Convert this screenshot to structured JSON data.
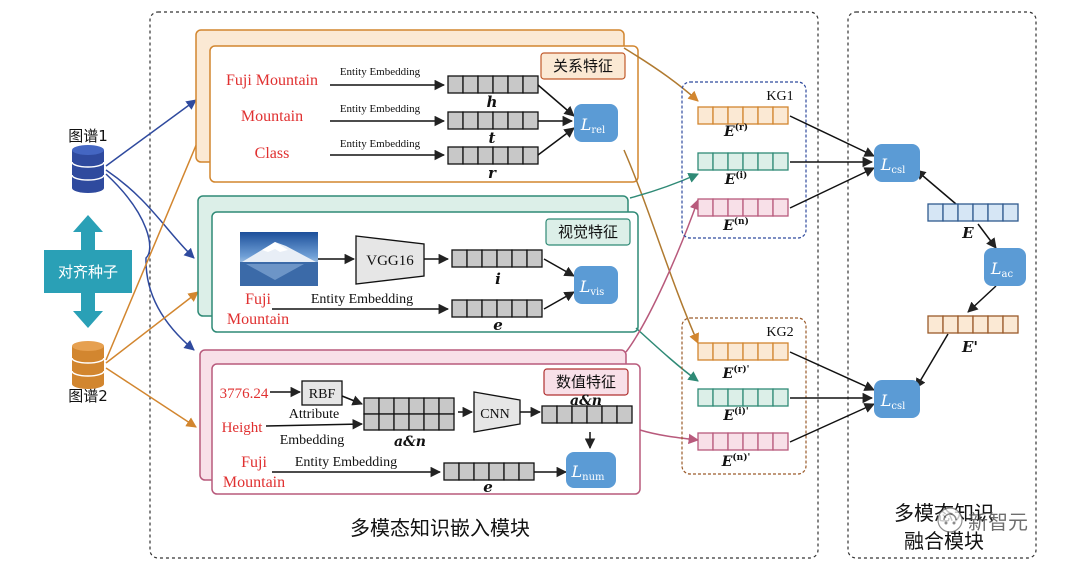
{
  "colors": {
    "orange": "#d2862f",
    "orange_fill": "#fbe9d4",
    "green": "#2f8a76",
    "green_fill": "#dcefe8",
    "pink": "#b85a7c",
    "pink_fill": "#f8e0e8",
    "blue": "#2f4a9e",
    "node_blue": "#5b9bd5",
    "gray_cell": "#c8c8c8",
    "red_text": "#e03030"
  },
  "graph1": {
    "label": "图谱1"
  },
  "graph2": {
    "label": "图谱2"
  },
  "seed": {
    "label": "对齐种子"
  },
  "relation": {
    "title": "关系特征",
    "entities": [
      "Fuji Mountain",
      "Mountain",
      "Class"
    ],
    "edge_label": "Entity Embedding",
    "vectors": [
      "h",
      "t",
      "r"
    ],
    "loss_main": "L",
    "loss_sub": "rel"
  },
  "visual": {
    "title": "视觉特征",
    "vgg": "VGG16",
    "entity_line1": "Fuji",
    "entity_line2": "Mountain",
    "edge_label": "Entity Embedding",
    "vectors": [
      "i",
      "e"
    ],
    "loss_main": "L",
    "loss_sub": "vis"
  },
  "numeric": {
    "title": "数值特征",
    "value": "3776.24",
    "attr": "Height",
    "rbf": "RBF",
    "cnn": "CNN",
    "attr_label1": "Attribute",
    "attr_label2": "Embedding",
    "an": "a&n",
    "an_top": "a&n",
    "entity_line1": "Fuji",
    "entity_line2": "Mountain",
    "edge_label": "Entity Embedding",
    "vec_e": "e",
    "loss_main": "L",
    "loss_sub": "num"
  },
  "kg1": {
    "label": "KG1",
    "vectors": [
      {
        "base": "E",
        "sup": "(r)"
      },
      {
        "base": "E",
        "sup": "(i)"
      },
      {
        "base": "E",
        "sup": "(n)"
      }
    ]
  },
  "kg2": {
    "label": "KG2",
    "vectors": [
      {
        "base": "E",
        "sup": "(r)'"
      },
      {
        "base": "E",
        "sup": "(i)'"
      },
      {
        "base": "E",
        "sup": "(n)'"
      }
    ]
  },
  "fusion": {
    "csl_main": "L",
    "csl_sub": "csl",
    "ac_main": "L",
    "ac_sub": "ac",
    "E": "E",
    "E_prime": "E'"
  },
  "module_left": "多模态知识嵌入模块",
  "module_right_line1": "多模态知识",
  "module_right_line2": "融合模块",
  "watermark": "新智元"
}
